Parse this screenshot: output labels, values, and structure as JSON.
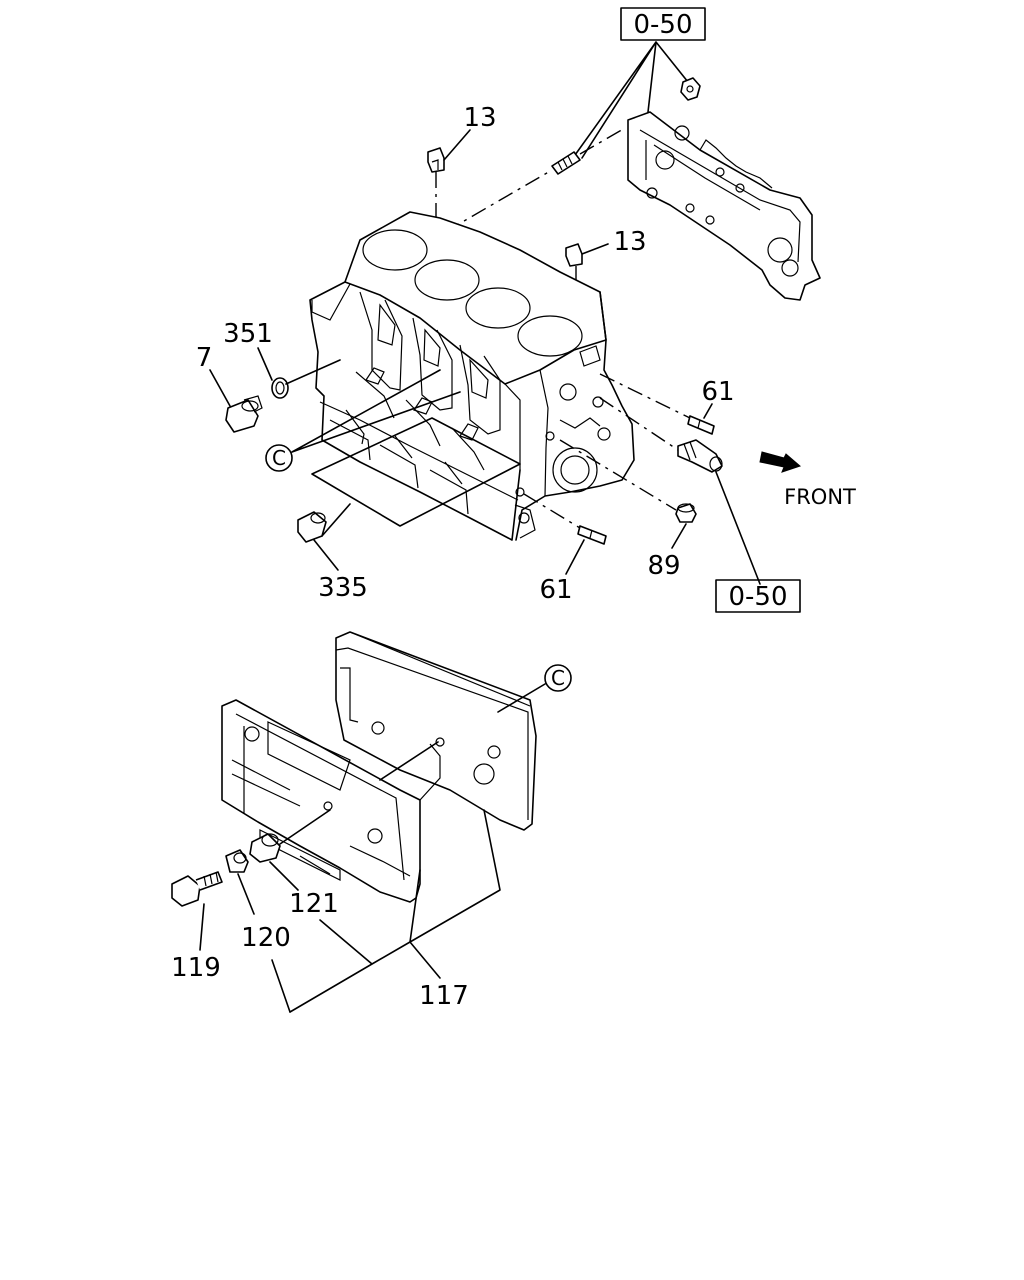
{
  "callouts": {
    "ref_top": "0-50",
    "ref_bottom": "0-50",
    "n13_a": "13",
    "n13_b": "13",
    "n351": "351",
    "n7": "7",
    "n61_a": "61",
    "n61_b": "61",
    "n89": "89",
    "n335": "335",
    "n119": "119",
    "n120": "120",
    "n121": "121",
    "n117": "117",
    "circle_c_a": "C",
    "circle_c_b": "C"
  },
  "direction_label": "FRONT",
  "icons": {
    "front_arrow": "arrow-right-down-icon"
  }
}
